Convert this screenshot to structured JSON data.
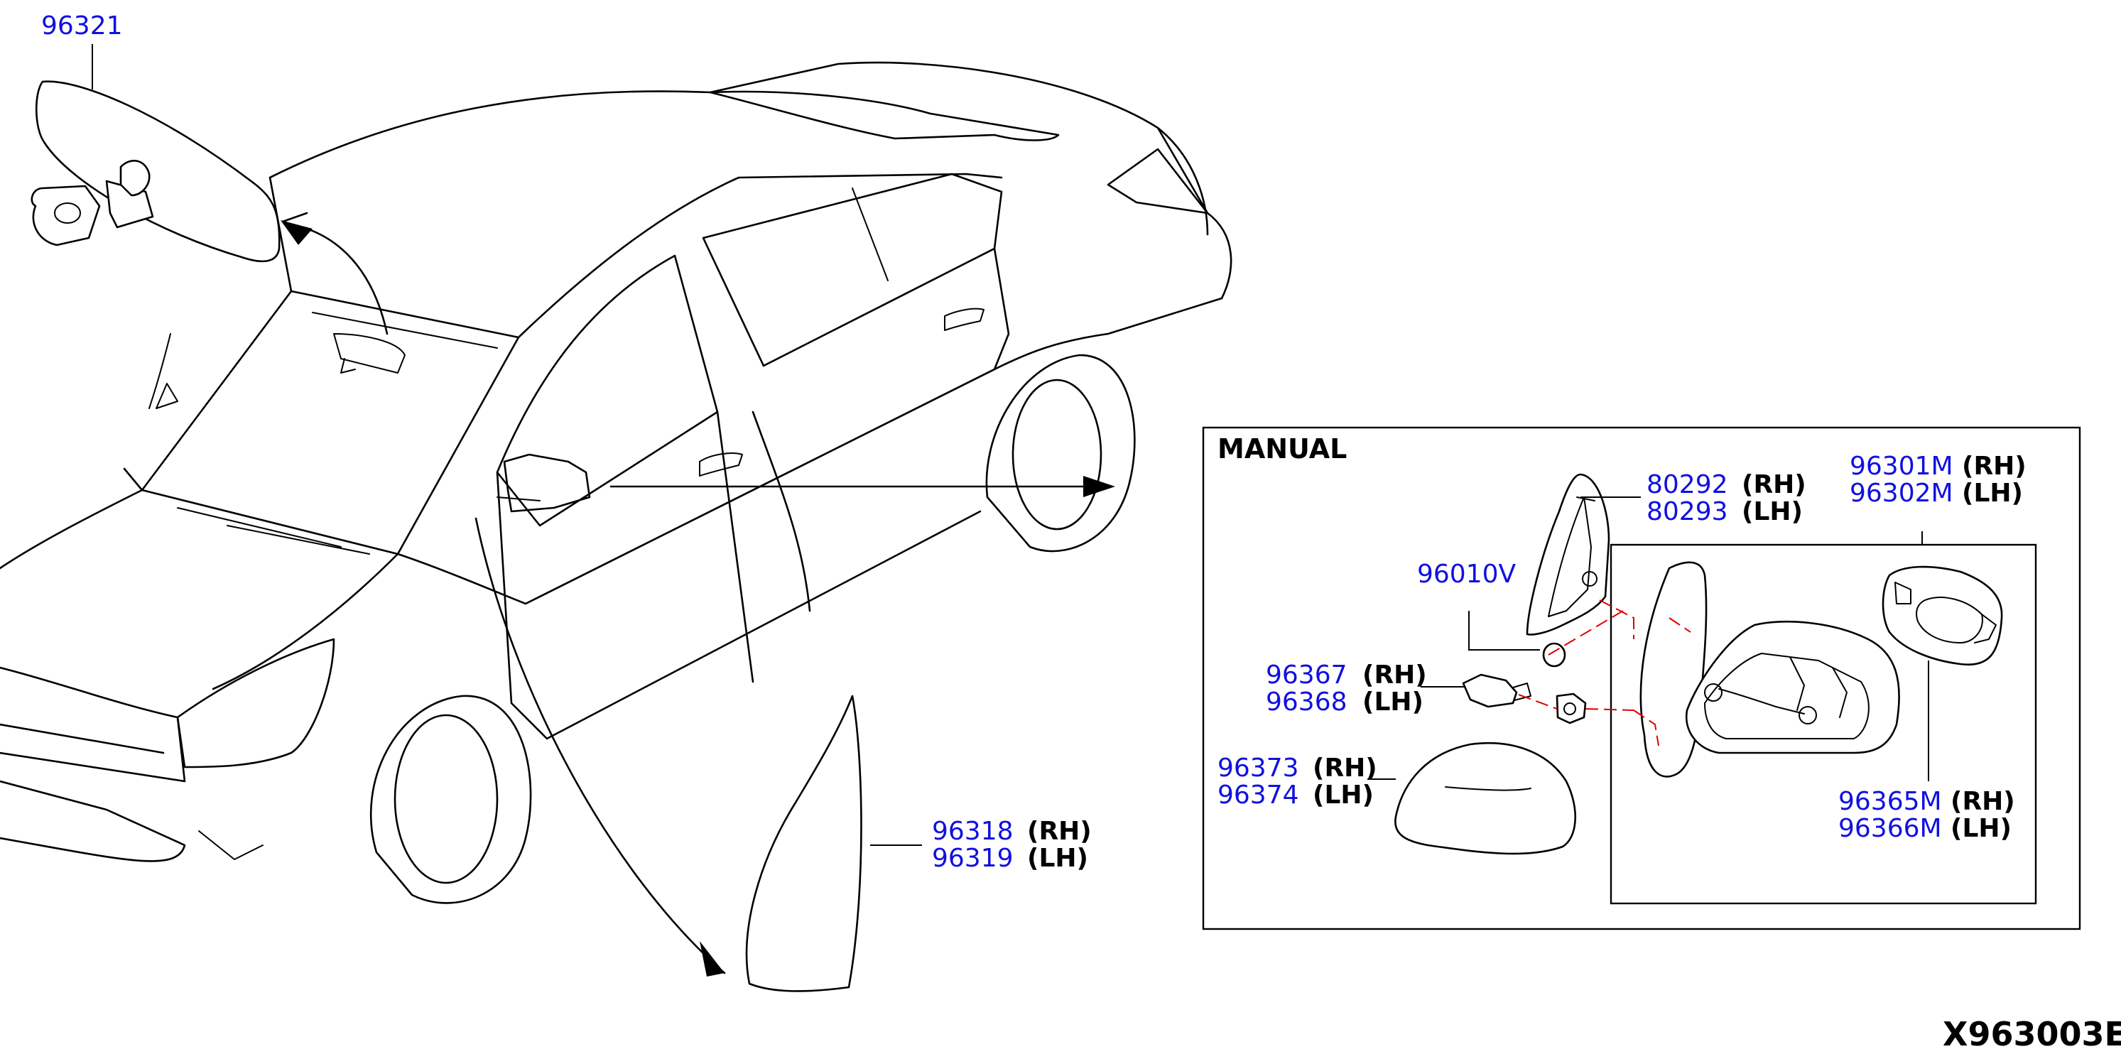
{
  "diagram_code": "X963003E",
  "inset_title": "MANUAL",
  "parts": {
    "p96321": {
      "number": "96321"
    },
    "p96318": {
      "number": "96318",
      "side": "(RH)"
    },
    "p96319": {
      "number": "96319",
      "side": "(LH)"
    },
    "p80292": {
      "number": "80292",
      "side": "(RH)"
    },
    "p80293": {
      "number": "80293",
      "side": "(LH)"
    },
    "p96010V": {
      "number": "96010V"
    },
    "p96367": {
      "number": "96367",
      "side": "(RH)"
    },
    "p96368": {
      "number": "96368",
      "side": "(LH)"
    },
    "p96373": {
      "number": "96373",
      "side": "(RH)"
    },
    "p96374": {
      "number": "96374",
      "side": "(LH)"
    },
    "p96301M": {
      "number": "96301M",
      "side": "(RH)"
    },
    "p96302M": {
      "number": "96302M",
      "side": "(LH)"
    },
    "p96365M": {
      "number": "96365M",
      "side": "(RH)"
    },
    "p96366M": {
      "number": "96366M",
      "side": "(LH)"
    }
  },
  "colors": {
    "part_number": "#1010e0",
    "line": "#000000",
    "guide_dash": "#e00000"
  }
}
